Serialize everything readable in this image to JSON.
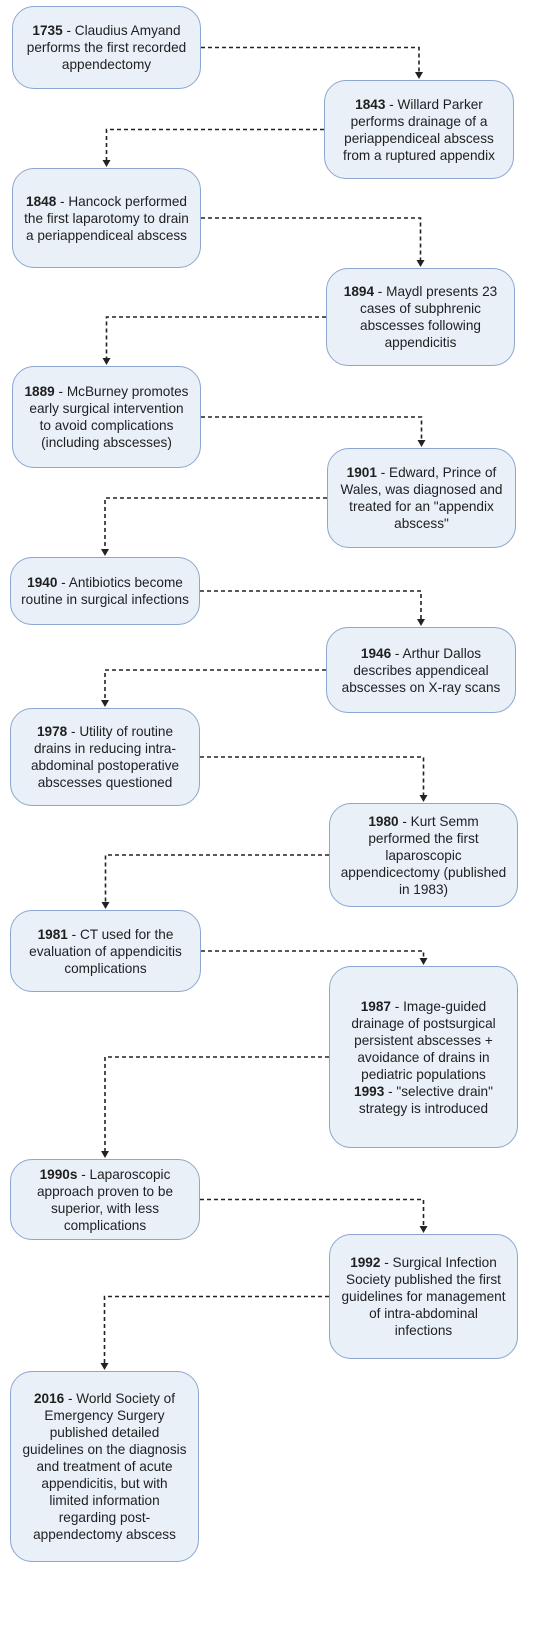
{
  "events": [
    {
      "year": "1735",
      "text": "Claudius Amyand performs the first recorded appendectomy"
    },
    {
      "year": "1843",
      "text": "Willard Parker performs drainage of a periappendiceal abscess from a ruptured appendix"
    },
    {
      "year": "1848",
      "text": "Hancock performed the first laparotomy to drain a periappendiceal abscess"
    },
    {
      "year": "1894",
      "text": "Maydl presents 23 cases of subphrenic abscesses following appendicitis"
    },
    {
      "year": "1889",
      "text": "McBurney promotes early surgical intervention to avoid complications (including abscesses)"
    },
    {
      "year": "1901",
      "text": "Edward, Prince of Wales, was diagnosed and treated for an \"appendix abscess\""
    },
    {
      "year": "1940",
      "text": "Antibiotics become routine in surgical infections"
    },
    {
      "year": "1946",
      "text": "Arthur Dallos describes appendiceal abscesses on X-ray scans"
    },
    {
      "year": "1978",
      "text": "Utility of routine drains in reducing intra-abdominal postoperative abscesses questioned"
    },
    {
      "year": "1980",
      "text": "Kurt Semm performed the first laparoscopic appendicectomy (published in 1983)"
    },
    {
      "year": "1981",
      "text": "CT used for the evaluation of appendicitis complications"
    },
    {
      "year": "1987",
      "text": "Image-guided drainage of postsurgical persistent abscesses + avoidance of drains in pediatric populations",
      "year2": "1993",
      "text2": "\"selective drain\" strategy is introduced"
    },
    {
      "year": "1990s",
      "text": "Laparoscopic approach proven to be superior, with less complications"
    },
    {
      "year": "1992",
      "text": "Surgical Infection Society published the first guidelines for management of intra-abdominal infections"
    },
    {
      "year": "2016",
      "text": "World Society of Emergency Surgery published detailed guidelines on the diagnosis and treatment of acute appendicitis, but with limited information regarding post-appendectomy abscess"
    }
  ],
  "colors": {
    "box_fill": "#e9f0f8",
    "box_border": "#8da6cf",
    "connector": "#222222"
  }
}
